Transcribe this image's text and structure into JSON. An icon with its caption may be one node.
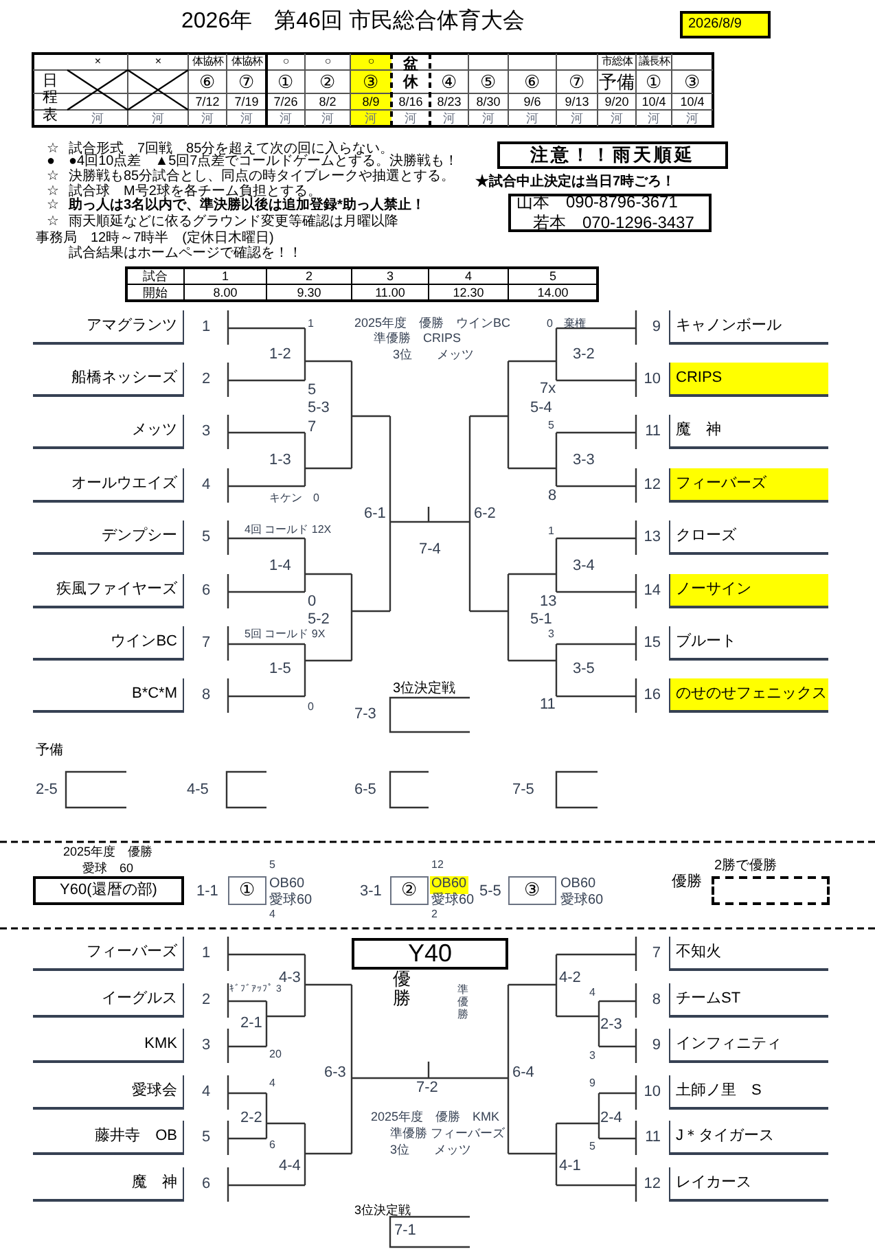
{
  "diagram": {
    "title": "2026年　第46回 市民総合体育大会",
    "nodes": [
      {
        "text": [
          "2026/8/9"
        ]
      },
      {
        "text": [
          "注意！！雨天順延"
        ]
      },
      {
        "text": [
          "山本　090-8796-3671",
          "若本　070-1296-3437"
        ]
      },
      {
        "text": [
          "アマグランツ"
        ],
        "beside": [
          "1"
        ]
      },
      {
        "text": [
          "船橋ネッシーズ"
        ],
        "beside": [
          "2"
        ]
      },
      {
        "text": [
          "メッツ"
        ],
        "beside": [
          "3"
        ]
      },
      {
        "text": [
          "オールウエイズ"
        ],
        "beside": [
          "4"
        ]
      },
      {
        "text": [
          "デンプシー"
        ],
        "beside": [
          "5"
        ]
      },
      {
        "text": [
          "疾風ファイヤーズ"
        ],
        "beside": [
          "6"
        ]
      },
      {
        "text": [
          "ウインBC"
        ],
        "beside": [
          "7"
        ]
      },
      {
        "text": [
          "B*C*M"
        ],
        "beside": [
          "8"
        ]
      },
      {
        "text": [
          "キャノンボール"
        ],
        "beside": [
          "9"
        ]
      },
      {
        "text": [
          "CRIPS"
        ],
        "beside": [
          "10"
        ]
      },
      {
        "text": [
          "魔　神"
        ],
        "beside": [
          "11"
        ]
      },
      {
        "text": [
          "フィーバーズ"
        ],
        "beside": [
          "12"
        ]
      },
      {
        "text": [
          "クローズ"
        ],
        "beside": [
          "13"
        ]
      },
      {
        "text": [
          "ノーサイン"
        ],
        "beside": [
          "14"
        ]
      },
      {
        "text": [
          "ブルート"
        ],
        "beside": [
          "15"
        ]
      },
      {
        "text": [
          "のせのせフェニックス"
        ],
        "beside": [
          "16"
        ]
      },
      {
        "text": [
          "Y60(還暦の部)"
        ]
      },
      {
        "text": [
          "①"
        ]
      },
      {
        "text": [
          "②"
        ]
      },
      {
        "text": [
          "③"
        ]
      },
      {
        "text": [],
        "shape": "box"
      },
      {
        "text": [
          "Y40"
        ]
      },
      {
        "text": [
          "フィーバーズ"
        ],
        "beside": [
          "1"
        ]
      },
      {
        "text": [
          "イーグルス"
        ],
        "beside": [
          "2"
        ]
      },
      {
        "text": [
          "KMK"
        ],
        "beside": [
          "3"
        ]
      },
      {
        "text": [
          "愛球会"
        ],
        "beside": [
          "4"
        ]
      },
      {
        "text": [
          "藤井寺　OB"
        ],
        "beside": [
          "5"
        ]
      },
      {
        "text": [
          "魔　神"
        ],
        "beside": [
          "6"
        ]
      },
      {
        "text": [
          "不知火"
        ],
        "beside": [
          "7"
        ]
      },
      {
        "text": [
          "チームST"
        ],
        "beside": [
          "8"
        ]
      },
      {
        "text": [
          "インフィニティ"
        ],
        "beside": [
          "9"
        ]
      },
      {
        "text": [
          "土師ノ里　S"
        ],
        "beside": [
          "10"
        ]
      },
      {
        "text": [
          "J＊タイガース"
        ],
        "beside": [
          "11"
        ]
      },
      {
        "text": [
          "レイカース"
        ],
        "beside": [
          "12"
        ]
      }
    ],
    "labels": [
      "日程表",
      "×",
      "×",
      "体協杯",
      "体協杯",
      "○",
      "○",
      "○",
      "盆休",
      "市総体",
      "議長杯",
      "⑥",
      "⑦",
      "①",
      "②",
      "③",
      "④",
      "⑤",
      "⑥",
      "⑦",
      "予備",
      "①",
      "③",
      "7/12",
      "7/19",
      "7/26",
      "8/2",
      "8/9",
      "8/16",
      "8/23",
      "8/30",
      "9/6",
      "9/13",
      "9/20",
      "10/4",
      "10/4",
      "河",
      "河",
      "河",
      "河",
      "河",
      "河",
      "河",
      "河",
      "河",
      "河",
      "河",
      "河",
      "河",
      "河",
      "河",
      "☆",
      "試合形式　7回戦　85分を超えて次の回に入らない。",
      "●",
      "●4回10点差　▲5回7点差でコールドゲームとする。決勝戦も！",
      "☆",
      "決勝戦も85分試合とし、同点の時タイブレークや抽選とする。",
      "☆",
      "試合球　M号2球を各チーム負担とする。",
      "☆",
      "助っ人は3名以内で、準決勝以後は追加登録*助っ人禁止！",
      "☆",
      "雨天順延などに依るグラウンド変更等確認は月曜以降",
      "事務局　12時～7時半　(定休日木曜日)",
      "試合結果はホームページで確認を！！",
      "★試合中止決定は当日7時ごろ！",
      "試合",
      "1",
      "2",
      "3",
      "4",
      "5",
      "開始",
      "8.00",
      "9.30",
      "11.00",
      "12.30",
      "14.00",
      "2025年度　優勝　ウインBC",
      "準優勝　CRIPS",
      "3位　　メッツ",
      "1",
      "1-2",
      "5",
      "5-3",
      "7",
      "1-3",
      "キケン　0",
      "6-1",
      "4回 コールド 12X",
      "1-4",
      "0",
      "5-2",
      "5回 コールド 9X",
      "1-5",
      "0",
      "0　棄権",
      "3-2",
      "7x",
      "5-4",
      "5",
      "3-3",
      "8",
      "6-2",
      "1",
      "3-4",
      "13",
      "5-1",
      "3",
      "3-5",
      "11",
      "7-4",
      "3位決定戦",
      "7-3",
      "予備",
      "2-5",
      "4-5",
      "6-5",
      "7-5",
      "2025年度　優勝",
      "愛球　60",
      "1-1",
      "5",
      "OB60",
      "愛球60",
      "4",
      "3-1",
      "12",
      "OB60",
      "愛球60",
      "2",
      "5-5",
      "OB60",
      "愛球60",
      "優勝",
      "2勝で優勝",
      "優勝",
      "準優勝",
      "4-3",
      "ｷﾞﾌﾞｱｯﾌﾟ 3",
      "2-1",
      "20",
      "6-3",
      "4",
      "2-2",
      "6",
      "4-4",
      "7-2",
      "6-4",
      "4-2",
      "4",
      "2-3",
      "3",
      "9",
      "2-4",
      "5",
      "4-1",
      "2025年度　優勝　KMK",
      "準優勝 フィーバーズ",
      "3位　　メッツ",
      "3位決定戦",
      "7-1"
    ]
  }
}
